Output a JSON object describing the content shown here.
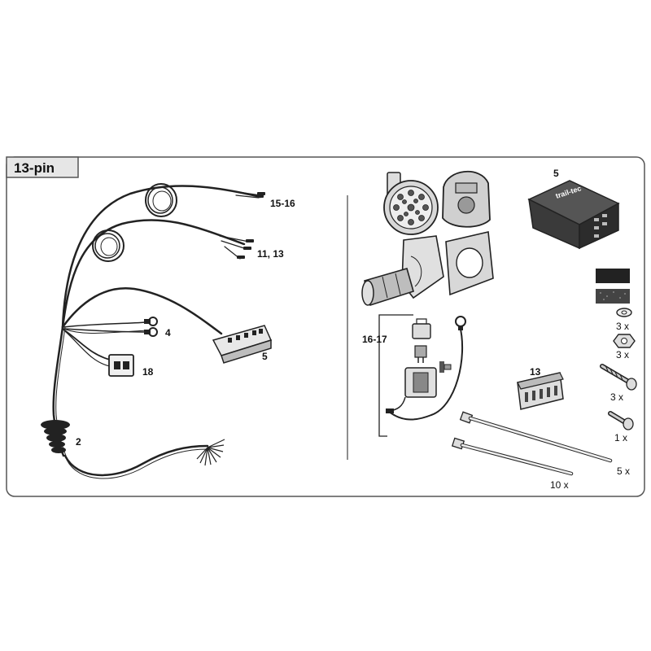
{
  "title": "13-pin",
  "left_labels": {
    "l15_16": "15-16",
    "l11_13": "11, 13",
    "l4": "4",
    "l5": "5",
    "l18": "18",
    "l2": "2"
  },
  "right_labels": {
    "module5": "5",
    "l16_17": "16-17",
    "l13": "13"
  },
  "module_brand": "trail-tec",
  "quantities": {
    "washer": "3 x",
    "nut": "3 x",
    "screw_long": "3 x",
    "screw_short": "1 x",
    "tie_long": "5 x",
    "tie_short": "10 x"
  },
  "colors": {
    "frame": "#555555",
    "ink": "#1a1a1a",
    "cable": "#222222",
    "module_body": "#3a3a3a",
    "socket": "#cfcfcf"
  }
}
